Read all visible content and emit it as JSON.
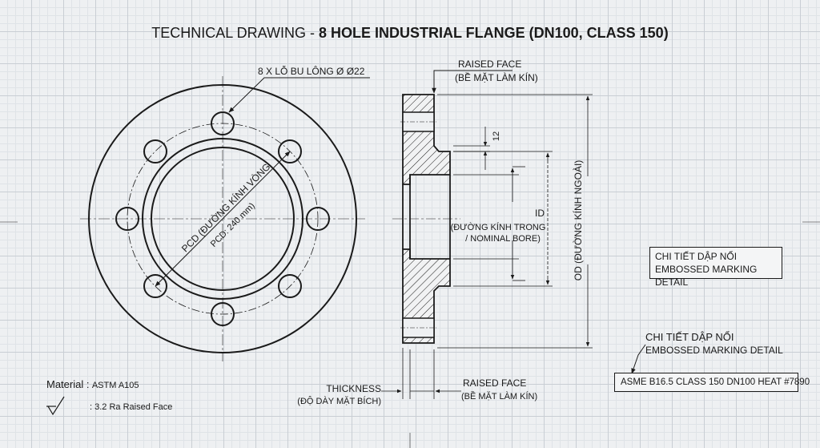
{
  "title": {
    "prefix": "TECHNICAL DRAWING - ",
    "main": "8 HOLE INDUSTRIAL FLANGE (DN100, CLASS 150)"
  },
  "front_view": {
    "bolt_holes_label": "8 X LỖ BU LÔNG Ø Ø22",
    "pcd_label": "PCD (ĐƯỜNG KÍNH VÒNG",
    "pcd_value": "PCD: 240 mm)"
  },
  "section_view": {
    "raised_face_top": {
      "line1": "RAISED FACE",
      "line2": "(BỀ MẶT LÀM KÍN)"
    },
    "dim_12": "12",
    "id": {
      "line1": "ID",
      "line2": "(ĐƯỜNG KÍNH TRONG",
      "line3": "/ NOMINAL BORE)"
    },
    "od_label": "OD (ĐƯỜNG KÍNH NGOÀI)",
    "thickness": {
      "line1": "THICKNESS",
      "line2": "(ĐỘ DÀY MẶT BÍCH)"
    },
    "raised_face_bottom": {
      "line1": "RAISED FACE",
      "line2": "(BỀ MẶT LÀM KÍN)"
    }
  },
  "embossed_detail_box": {
    "line1": "CHI TIẾT DẬP NỔI",
    "line2": "EMBOSSED MARKING DETAIL"
  },
  "embossed_callout": {
    "line1": "CHI TIẾT DẬP NỔI",
    "line2": "EMBOSSED MARKING DETAIL"
  },
  "marking_text": "ASME B16.5 CLASS 150 DN100 HEAT #7890",
  "material": {
    "label": "Material :",
    "value": "ASTM A105"
  },
  "surface_finish": {
    "value": ": 3.2 Ra Raised Face"
  },
  "colors": {
    "ink": "#1a1a1a",
    "paper": "#eef0f2",
    "grid": "#c9ced4"
  }
}
